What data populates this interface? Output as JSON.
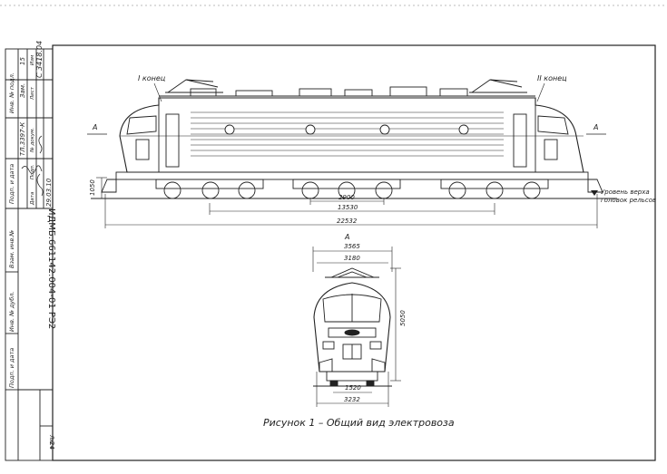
{
  "stamp": {
    "row_labels": [
      "Инв. № подл.",
      "Подп. и дата",
      "Взам. инв.№",
      "Инв. № дубл.",
      "Подп. и дата"
    ],
    "revision_cells": [
      "15",
      "Зам.",
      "ТЛ.3397-К",
      "Изм",
      "Лист",
      "№ докум.",
      "Подп.",
      "Дата",
      "С 3418.04",
      "29.03.10"
    ],
    "document_code": "ИДМБ.661142.004-01 РЭ2",
    "sheet_label": "Лист",
    "sheet_number": "24"
  },
  "drawing": {
    "end_left": "I конец",
    "end_right": "II конец",
    "section_left": "А",
    "section_right": "А",
    "section_front": "А",
    "rail_note_line1": "Уровень верха",
    "rail_note_line2": "головок рельсов",
    "dims_side": {
      "height": "1050",
      "bogie_base": "2900",
      "pivot_base": "13530",
      "overall_length": "22532"
    },
    "dims_front": {
      "width_top": "3565",
      "width_cab": "3180",
      "height": "5050",
      "gauge": "1520",
      "width_bottom": "3232"
    },
    "caption": "Рисунок 1 – Общий вид электровоза"
  }
}
